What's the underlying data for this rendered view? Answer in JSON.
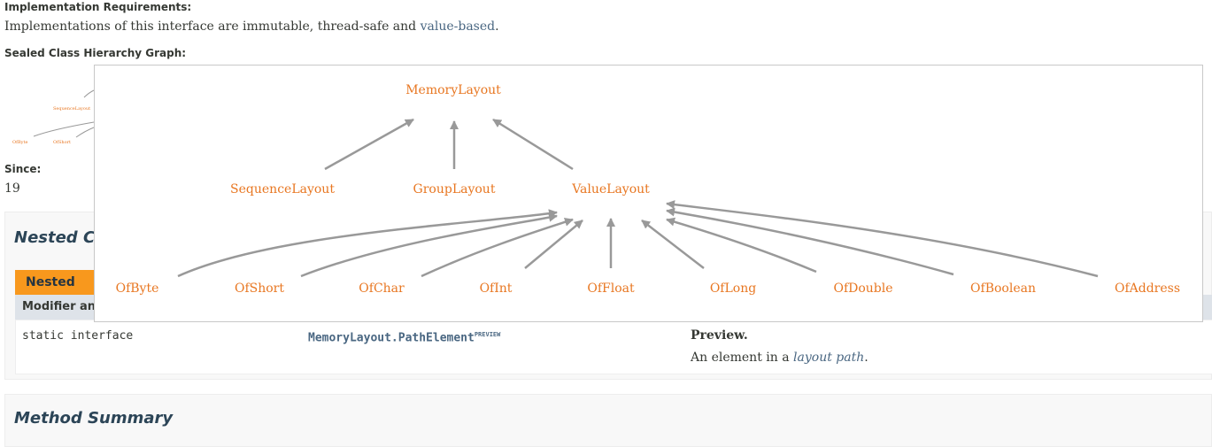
{
  "impl": {
    "heading": "Implementation Requirements:",
    "text_before": "Implementations of this interface are immutable, thread-safe and ",
    "link": "value-based",
    "text_after": "."
  },
  "graph": {
    "heading": "Sealed Class Hierarchy Graph:",
    "thumbnail_labels": [
      "SequenceLayout",
      "OfByte",
      "OfShort"
    ],
    "nodes": [
      {
        "id": "MemoryLayout",
        "label": "MemoryLayout"
      },
      {
        "id": "SequenceLayout",
        "label": "SequenceLayout"
      },
      {
        "id": "GroupLayout",
        "label": "GroupLayout"
      },
      {
        "id": "ValueLayout",
        "label": "ValueLayout"
      },
      {
        "id": "OfByte",
        "label": "OfByte"
      },
      {
        "id": "OfShort",
        "label": "OfShort"
      },
      {
        "id": "OfChar",
        "label": "OfChar"
      },
      {
        "id": "OfInt",
        "label": "OfInt"
      },
      {
        "id": "OfFloat",
        "label": "OfFloat"
      },
      {
        "id": "OfLong",
        "label": "OfLong"
      },
      {
        "id": "OfDouble",
        "label": "OfDouble"
      },
      {
        "id": "OfBoolean",
        "label": "OfBoolean"
      },
      {
        "id": "OfAddress",
        "label": "OfAddress"
      }
    ],
    "edges": [
      [
        "SequenceLayout",
        "MemoryLayout"
      ],
      [
        "GroupLayout",
        "MemoryLayout"
      ],
      [
        "ValueLayout",
        "MemoryLayout"
      ],
      [
        "OfByte",
        "ValueLayout"
      ],
      [
        "OfShort",
        "ValueLayout"
      ],
      [
        "OfChar",
        "ValueLayout"
      ],
      [
        "OfInt",
        "ValueLayout"
      ],
      [
        "OfFloat",
        "ValueLayout"
      ],
      [
        "OfLong",
        "ValueLayout"
      ],
      [
        "OfDouble",
        "ValueLayout"
      ],
      [
        "OfBoolean",
        "ValueLayout"
      ],
      [
        "OfAddress",
        "ValueLayout"
      ]
    ]
  },
  "since": {
    "heading": "Since:",
    "value": "19"
  },
  "nested": {
    "title": "Nested Classes",
    "caption": "Nested Classes",
    "col_modifier": "Modifier and Type",
    "row": {
      "modifier": "static interface",
      "name": "MemoryLayout.PathElement",
      "badge": "PREVIEW",
      "preview_label": "Preview.",
      "desc_before": "An element in a ",
      "desc_link": "layout path",
      "desc_after": "."
    }
  },
  "method_summary": {
    "title": "Method Summary"
  },
  "colors": {
    "node": "#e87722",
    "edge": "#999999",
    "link": "#4a6782",
    "caption_bg": "#f8981d"
  }
}
